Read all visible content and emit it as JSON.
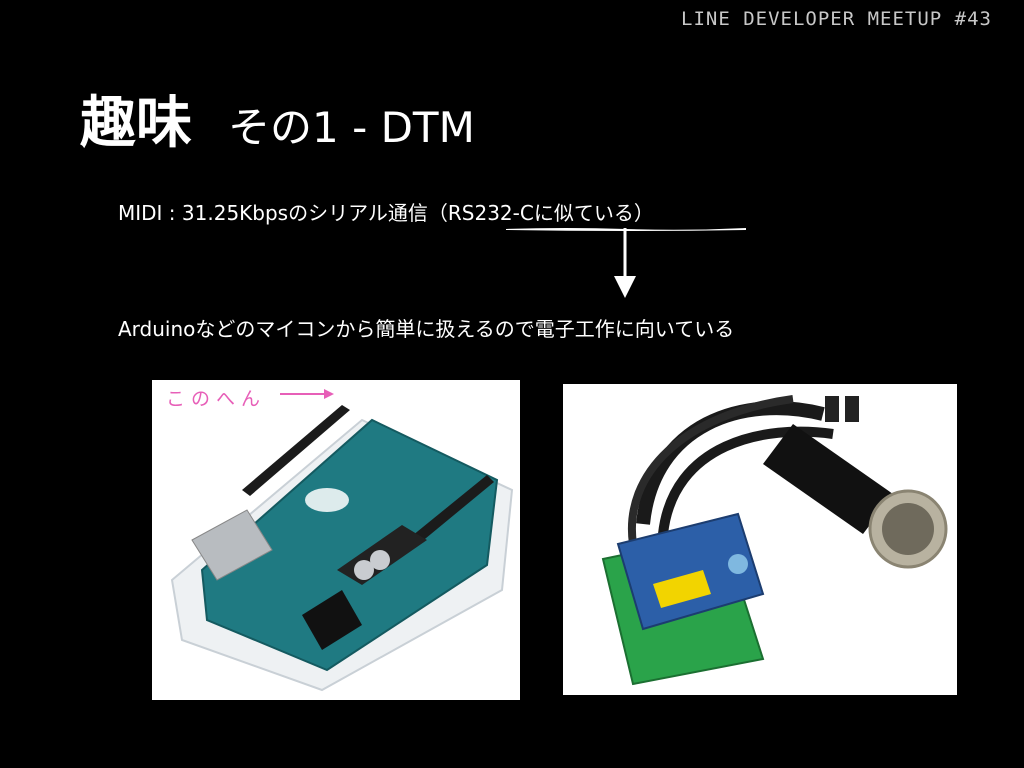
{
  "header": {
    "event": "LINE DEVELOPER MEETUP #43"
  },
  "slide": {
    "title_main": "趣味",
    "title_sub": "その1 - DTM",
    "line1": "MIDI : 31.25Kbpsのシリアル通信（RS232-Cに似ている）",
    "line2": "Arduinoなどのマイコンから簡単に扱えるので電子工作に向いている"
  },
  "images": {
    "left": {
      "annotation": "このへん"
    },
    "right": {}
  },
  "colors": {
    "background": "#000000",
    "text": "#ffffff",
    "annotation": "#e75fb8",
    "board": "#1f7a82"
  }
}
